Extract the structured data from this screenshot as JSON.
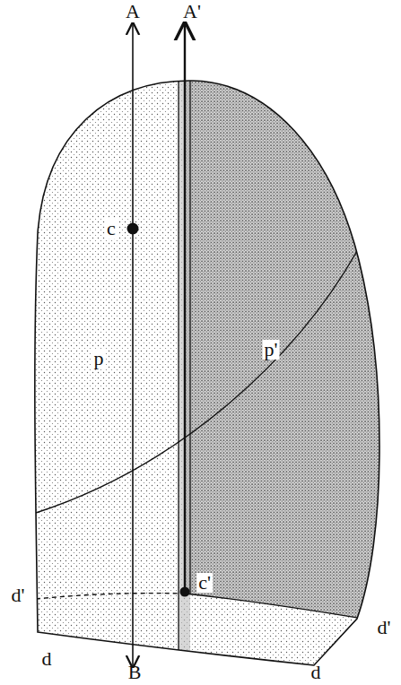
{
  "diagram": {
    "labels": [
      "A",
      "A'",
      "c",
      "p",
      "p'",
      "d'",
      "c'",
      "d'",
      "d",
      "d",
      "B"
    ]
  }
}
